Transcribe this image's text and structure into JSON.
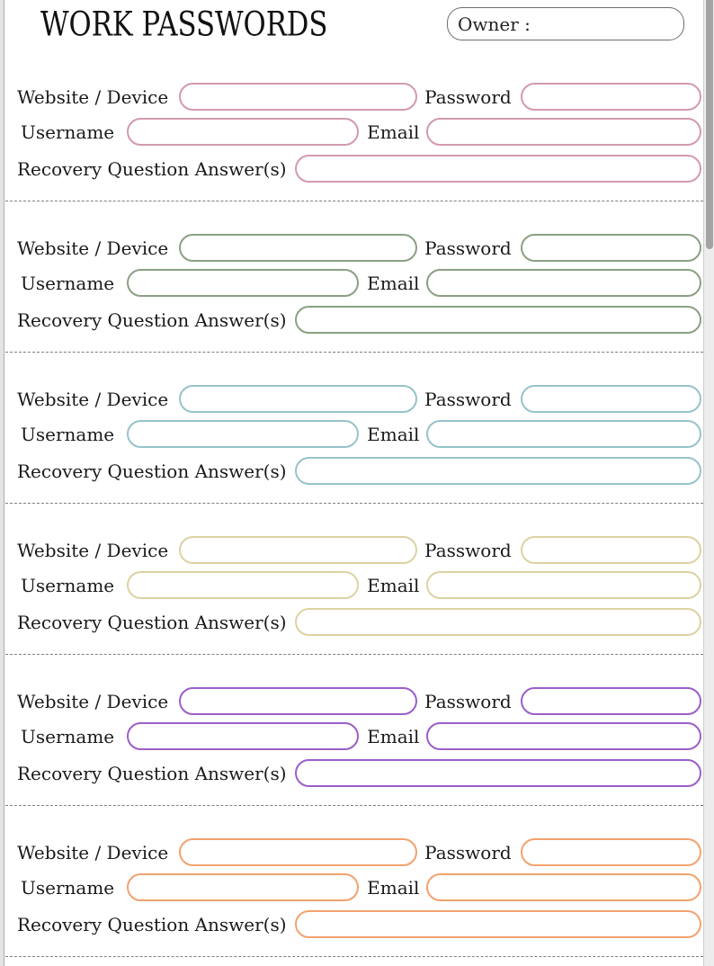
{
  "page": {
    "title": "WORK PASSWORDS",
    "owner_label": "Owner :"
  },
  "field_labels": {
    "website": "Website / Device",
    "password": "Password",
    "username": "Username",
    "email": "Email",
    "recovery": "Recovery Question Answer(s)"
  },
  "sections": [
    {
      "name": "pink",
      "color": "#d29aae"
    },
    {
      "name": "green",
      "color": "#8ba083"
    },
    {
      "name": "teal",
      "color": "#96c3cb"
    },
    {
      "name": "yellow",
      "color": "#ddd2a2"
    },
    {
      "name": "purple",
      "color": "#9a5fc9"
    },
    {
      "name": "orange",
      "color": "#f2a26e"
    }
  ]
}
